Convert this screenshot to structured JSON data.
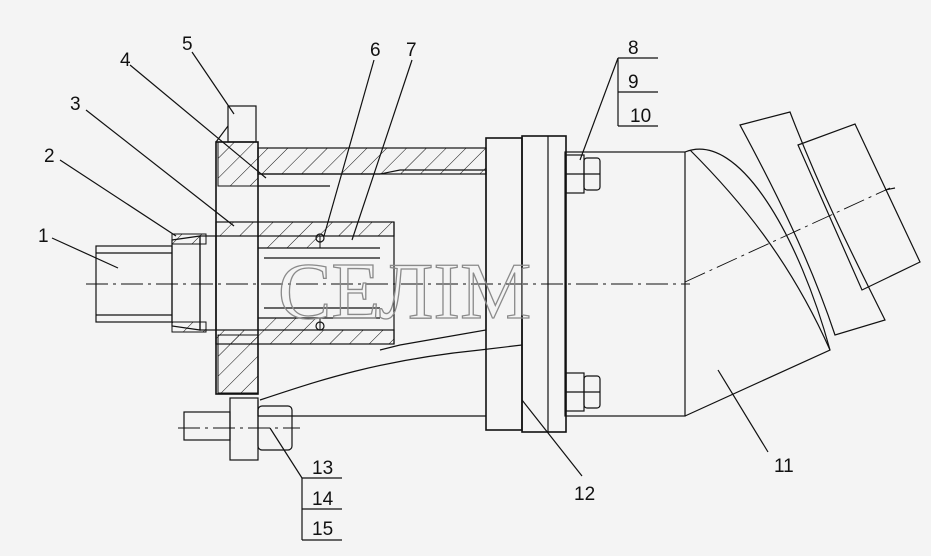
{
  "drawing": {
    "watermark": "СЕЛІМ",
    "callouts": [
      {
        "id": "c1",
        "label": "1"
      },
      {
        "id": "c2",
        "label": "2"
      },
      {
        "id": "c3",
        "label": "3"
      },
      {
        "id": "c4",
        "label": "4"
      },
      {
        "id": "c5",
        "label": "5"
      },
      {
        "id": "c6",
        "label": "6"
      },
      {
        "id": "c7",
        "label": "7"
      },
      {
        "id": "c8",
        "label": "8"
      },
      {
        "id": "c9",
        "label": "9"
      },
      {
        "id": "c10",
        "label": "10"
      },
      {
        "id": "c11",
        "label": "11"
      },
      {
        "id": "c12",
        "label": "12"
      },
      {
        "id": "c13",
        "label": "13"
      },
      {
        "id": "c14",
        "label": "14"
      },
      {
        "id": "c15",
        "label": "15"
      }
    ]
  }
}
